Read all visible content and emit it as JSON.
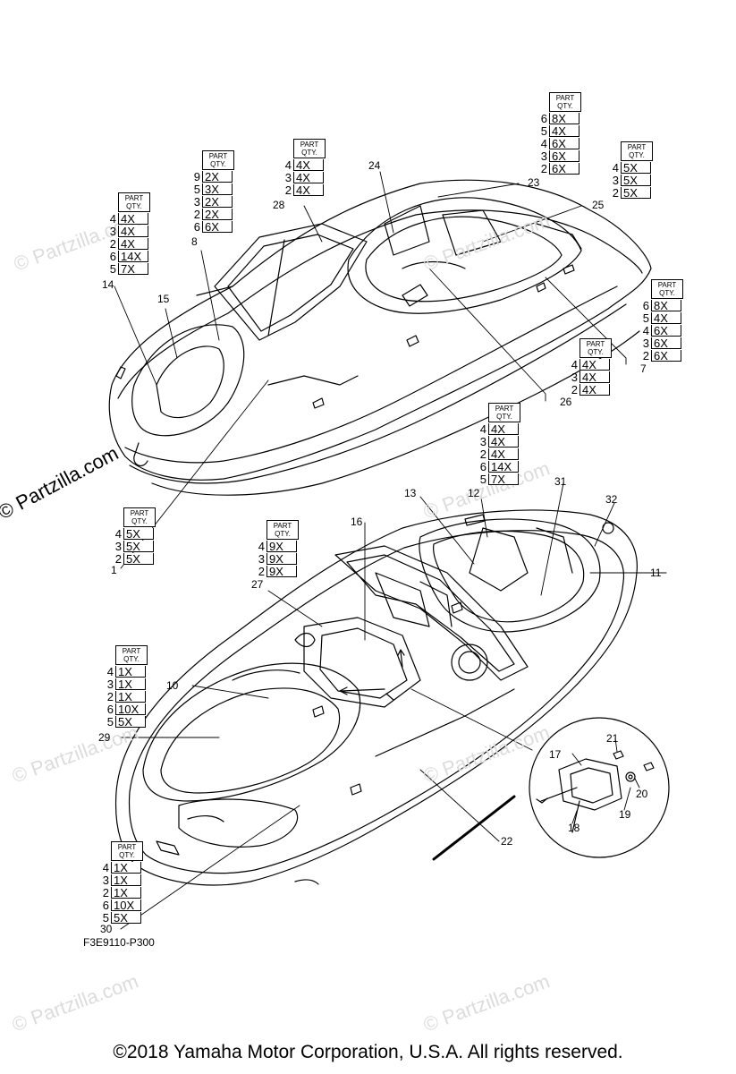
{
  "figure_code": "F3E9110-P300",
  "copyright": "©2018  Yamaha Motor Corporation, U.S.A. All rights reserved.",
  "watermark_text": "© Partzilla.com",
  "dark_watermark_text": "© Partzilla.com",
  "part_tables": [
    {
      "id": "t_top_right",
      "header": [
        "PART",
        "QTY."
      ],
      "rows": [
        [
          "6",
          "8X"
        ],
        [
          "5",
          "4X"
        ],
        [
          "4",
          "6X"
        ],
        [
          "3",
          "6X"
        ],
        [
          "2",
          "6X"
        ]
      ]
    },
    {
      "id": "t_top_right2",
      "header": [
        "PART",
        "QTY."
      ],
      "rows": [
        [
          "4",
          "5X"
        ],
        [
          "3",
          "5X"
        ],
        [
          "2",
          "5X"
        ]
      ]
    },
    {
      "id": "t_top_mid",
      "header": [
        "PART",
        "QTY."
      ],
      "rows": [
        [
          "4",
          "4X"
        ],
        [
          "3",
          "4X"
        ],
        [
          "2",
          "4X"
        ]
      ]
    },
    {
      "id": "t_top_left2",
      "header": [
        "PART",
        "QTY."
      ],
      "rows": [
        [
          "9",
          "2X"
        ],
        [
          "5",
          "3X"
        ],
        [
          "3",
          "2X"
        ],
        [
          "2",
          "2X"
        ],
        [
          "6",
          "6X"
        ]
      ]
    },
    {
      "id": "t_top_left",
      "header": [
        "PART",
        "QTY."
      ],
      "rows": [
        [
          "4",
          "4X"
        ],
        [
          "3",
          "4X"
        ],
        [
          "2",
          "4X"
        ],
        [
          "6",
          "14X"
        ],
        [
          "5",
          "7X"
        ]
      ]
    },
    {
      "id": "t_right_mid",
      "header": [
        "PART",
        "QTY."
      ],
      "rows": [
        [
          "6",
          "8X"
        ],
        [
          "5",
          "4X"
        ],
        [
          "4",
          "6X"
        ],
        [
          "3",
          "6X"
        ],
        [
          "2",
          "6X"
        ]
      ]
    },
    {
      "id": "t_right_small",
      "header": [
        "PART",
        "QTY."
      ],
      "rows": [
        [
          "4",
          "4X"
        ],
        [
          "3",
          "4X"
        ],
        [
          "2",
          "4X"
        ]
      ]
    },
    {
      "id": "t_center",
      "header": [
        "PART",
        "QTY."
      ],
      "rows": [
        [
          "4",
          "4X"
        ],
        [
          "3",
          "4X"
        ],
        [
          "2",
          "4X"
        ],
        [
          "6",
          "14X"
        ],
        [
          "5",
          "7X"
        ]
      ]
    },
    {
      "id": "t_left_mid",
      "header": [
        "PART",
        "QTY."
      ],
      "rows": [
        [
          "4",
          "5X"
        ],
        [
          "3",
          "5X"
        ],
        [
          "2",
          "5X"
        ]
      ]
    },
    {
      "id": "t_mid2",
      "header": [
        "PART",
        "QTY."
      ],
      "rows": [
        [
          "4",
          "9X"
        ],
        [
          "3",
          "9X"
        ],
        [
          "2",
          "9X"
        ]
      ]
    },
    {
      "id": "t_lower_left",
      "header": [
        "PART",
        "QTY."
      ],
      "rows": [
        [
          "4",
          "1X"
        ],
        [
          "3",
          "1X"
        ],
        [
          "2",
          "1X"
        ],
        [
          "6",
          "10X"
        ],
        [
          "5",
          "5X"
        ]
      ]
    },
    {
      "id": "t_bottom_left",
      "header": [
        "PART",
        "QTY."
      ],
      "rows": [
        [
          "4",
          "1X"
        ],
        [
          "3",
          "1X"
        ],
        [
          "2",
          "1X"
        ],
        [
          "6",
          "10X"
        ],
        [
          "5",
          "5X"
        ]
      ]
    }
  ],
  "callouts": [
    "1",
    "7",
    "8",
    "10",
    "11",
    "12",
    "13",
    "14",
    "15",
    "16",
    "17",
    "18",
    "19",
    "20",
    "21",
    "22",
    "23",
    "24",
    "25",
    "26",
    "27",
    "28",
    "29",
    "30",
    "31",
    "32"
  ]
}
